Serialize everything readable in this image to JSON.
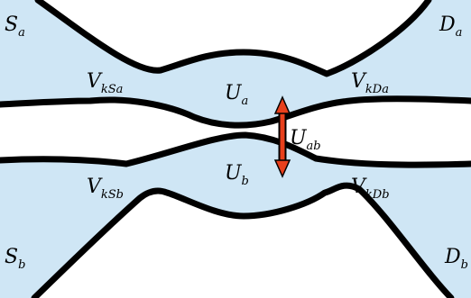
{
  "labels": {
    "Sa": {
      "base": "S",
      "sub": "a"
    },
    "Da": {
      "base": "D",
      "sub": "a"
    },
    "Sb": {
      "base": "S",
      "sub": "b"
    },
    "Db": {
      "base": "D",
      "sub": "b"
    },
    "VkSa": {
      "base": "V",
      "sub": "kSa"
    },
    "VkDa": {
      "base": "V",
      "sub": "kDa"
    },
    "VkSb": {
      "base": "V",
      "sub": "kSb"
    },
    "VkDb": {
      "base": "V",
      "sub": "kDb"
    },
    "Ua": {
      "base": "U",
      "sub": "a"
    },
    "Ub": {
      "base": "U",
      "sub": "b"
    },
    "Uab": {
      "base": "U",
      "sub": "ab"
    }
  },
  "colors": {
    "region_fill": "#cfe6f5",
    "boundary": "#000000",
    "arrow": "#e8401c"
  }
}
